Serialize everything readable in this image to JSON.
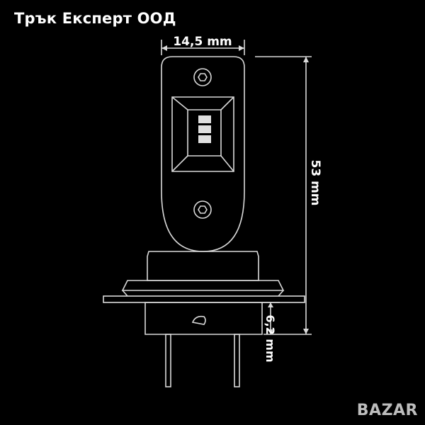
{
  "header": {
    "title": "Трък Експерт ООД"
  },
  "dimensions": {
    "width_label": "14,5 mm",
    "height_label": "53 mm",
    "pin_label": "6,2 mm"
  },
  "watermark": {
    "text": "BAZAR"
  },
  "colors": {
    "background": "#000000",
    "line": "#d9d9d9",
    "text": "#ffffff"
  }
}
